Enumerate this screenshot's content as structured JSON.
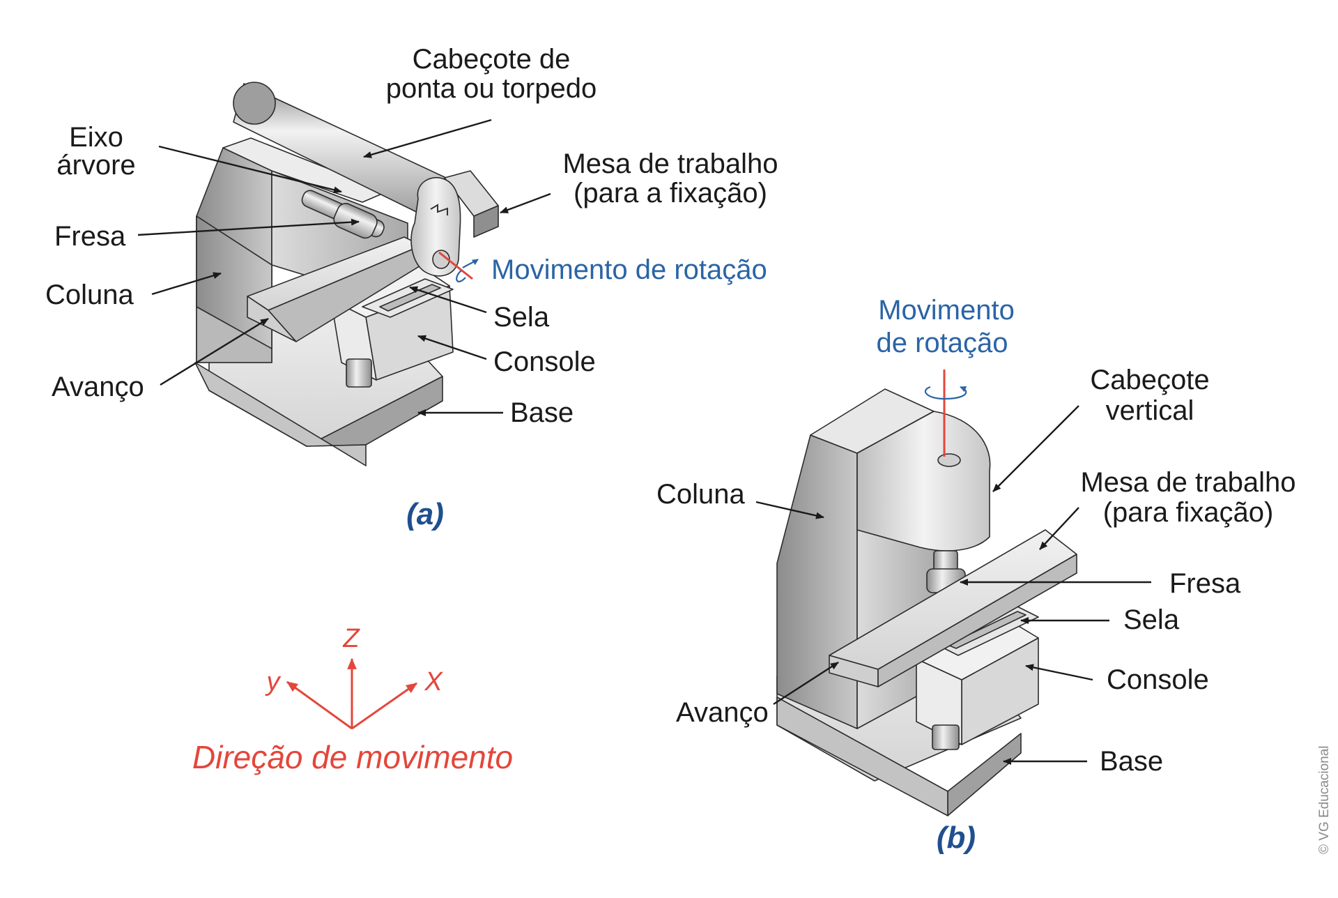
{
  "figure_a": {
    "caption": "(a)",
    "labels": {
      "cabecote_line1": "Cabeçote de",
      "cabecote_line2": "ponta ou torpedo",
      "eixo_line1": "Eixo",
      "eixo_line2": "árvore",
      "mesa_line1": "Mesa de trabalho",
      "mesa_line2": "(para a fixação)",
      "fresa": "Fresa",
      "coluna": "Coluna",
      "movimento": "Movimento de rotação",
      "sela": "Sela",
      "console": "Console",
      "avanco": "Avanço",
      "base": "Base"
    }
  },
  "figure_b": {
    "caption": "(b)",
    "labels": {
      "movimento_line1": "Movimento",
      "movimento_line2": "de rotação",
      "cabecote_line1": "Cabeçote",
      "cabecote_line2": "vertical",
      "coluna": "Coluna",
      "mesa_line1": "Mesa de trabalho",
      "mesa_line2": "(para fixação)",
      "fresa": "Fresa",
      "sela": "Sela",
      "console": "Console",
      "avanco": "Avanço",
      "base": "Base"
    }
  },
  "axes": {
    "z": "Z",
    "y": "y",
    "x": "X",
    "title": "Direção de movimento"
  },
  "credit": "© VG Educacional",
  "colors": {
    "label_blue": "#2a64a6",
    "caption_blue": "#1f4f8f",
    "axis_red": "#e4463a",
    "text": "#1a1a1a"
  }
}
